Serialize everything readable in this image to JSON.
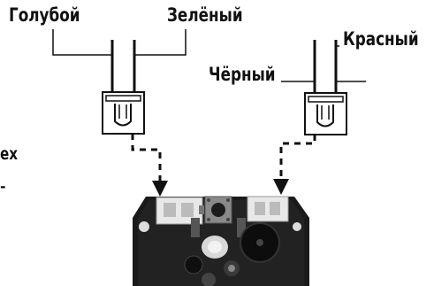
{
  "labels": {
    "blue": "Голубой",
    "green": "Зелёный",
    "black": "Чёрный",
    "red": "Красный",
    "edge_text_1": "ех",
    "edge_text_2": "-"
  },
  "colors": {
    "ink": "#111111",
    "board": "#1a1a1a",
    "background": "#ffffff"
  },
  "icons": {
    "left_connector": "2-pin-connector",
    "right_connector": "2-pin-connector",
    "button": "push-button",
    "buzzer": "buzzer"
  }
}
